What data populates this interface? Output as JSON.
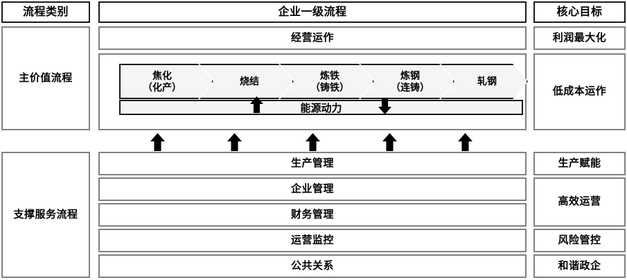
{
  "header": {
    "category_label": "流程类别",
    "main_label": "企业一级流程",
    "goal_label": "核心目标"
  },
  "categories": {
    "primary": "主价值流程",
    "support": "支撑服务流程"
  },
  "primary_value_stream": {
    "top_process": "经营运作",
    "top_goal": "利润最大化",
    "chain_goal": "低成本运作",
    "chevrons": [
      {
        "line1": "焦化",
        "line2": "（化产）"
      },
      {
        "line1": "烧结",
        "line2": ""
      },
      {
        "line1": "炼铁",
        "line2": "（铸铁）"
      },
      {
        "line1": "炼钢",
        "line2": "（连铸）"
      },
      {
        "line1": "轧钢",
        "line2": ""
      }
    ],
    "energy_bar": "能源动力"
  },
  "support_rows": [
    {
      "process": "生产管理"
    },
    {
      "process": "企业管理"
    },
    {
      "process": "财务管理"
    },
    {
      "process": "运营监控"
    },
    {
      "process": "公共关系"
    }
  ],
  "support_goals": [
    {
      "goal": "生产赋能"
    },
    {
      "goal": "高效运营"
    },
    {
      "goal": "风险管控"
    },
    {
      "goal": "和谐政企"
    }
  ],
  "arrows": {
    "energy_up_icon": "arrow-up-icon",
    "energy_down_icon": "arrow-down-icon",
    "support_up_icon": "arrow-up-icon"
  },
  "colors": {
    "line": "#808080",
    "line_dark": "#1a1a1a",
    "fill": "#ffffff",
    "chevron_fill": "#f5f5f5",
    "arrow": "#000000"
  }
}
